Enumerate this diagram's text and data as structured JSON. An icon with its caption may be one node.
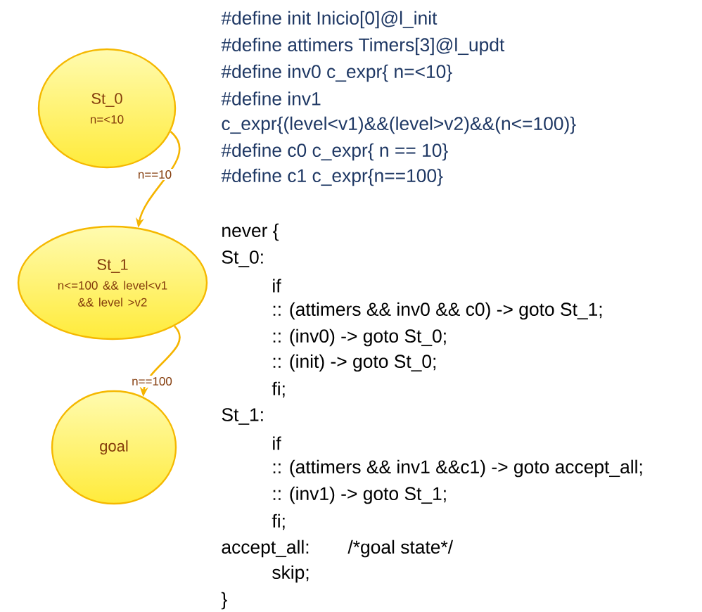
{
  "diagram": {
    "nodes": [
      {
        "text": [
          "St_0",
          "n=<10"
        ]
      },
      {
        "text": [
          "St_1",
          "n<=100 && level<v1 && level >v2"
        ]
      },
      {
        "text": [
          "goal"
        ]
      }
    ],
    "edges": [
      {
        "from": 0,
        "to": 1,
        "arrow": "to",
        "label": "n==10"
      },
      {
        "from": 1,
        "to": 2,
        "arrow": "to",
        "label": "n==100"
      }
    ],
    "labels": [
      "#define init Inicio[0]@l_init",
      "#define attimers Timers[3]@l_updt",
      "#define inv0 c_expr{ n=<10}",
      "#define inv1",
      "c_expr{(level<v1)&&(level>v2)&&(n<=100)}",
      "#define c0 c_expr{ n == 10}",
      "#define c1 c_expr{n==100}",
      "never {",
      "St_0:",
      "if",
      ":: (attimers && inv0 && c0) -> goto St_1;",
      ":: (inv0) -> goto St_0;",
      ":: (init) -> goto St_0;",
      "fi;",
      "St_1:",
      "if",
      ":: (attimers && inv1 &&c1) -> goto accept_all;",
      ":: (inv1) -> goto St_1;",
      "fi;",
      "accept_all:",
      "/*goal state*/",
      "skip;",
      "}"
    ]
  }
}
